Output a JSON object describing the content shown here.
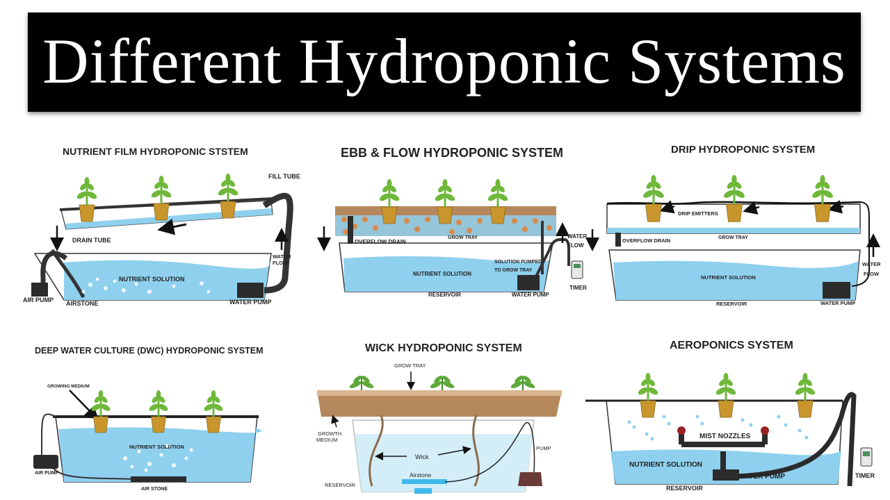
{
  "page_title": "Different Hydroponic Systems",
  "colors": {
    "water": "#8fd0ee",
    "water_dark": "#6fc0e6",
    "tube": "#333333",
    "soil": "#b5875c",
    "pellet": "#d98a4b",
    "pot": "#c9962e",
    "leaf": "#6fb83a",
    "pump": "#2b2b2b"
  },
  "panels": {
    "nft": {
      "title": "NUTRIENT FILM HYDROPONIC STSTEM",
      "labels": {
        "fill_tube": "FILL TUBE",
        "drain_tube": "DRAIN TUBE",
        "water_flow_1": "WATER",
        "water_flow_2": "FLOW",
        "nutrient_solution": "NUTRIENT SOLUTION",
        "air_pump": "AIR PUMP",
        "airstone": "AIRSTONE",
        "water_pump": "WATER PUMP"
      }
    },
    "ebb": {
      "title": "EBB & FLOW HYDROPONIC SYSTEM",
      "labels": {
        "overflow_drain": "OVERFLOW DRAIN",
        "grow_tray": "GROW TRAY",
        "water_flow_1": "WATER",
        "water_flow_2": "FLOW",
        "solution_pumped_1": "SOLUTION PUMPED",
        "solution_pumped_2": "TO GROW TRAY",
        "nutrient_solution": "NUTRIENT SOLUTION",
        "timer": "TIMER",
        "reservoir": "RESERVOIR",
        "water_pump": "WATER PUMP"
      }
    },
    "drip": {
      "title": "DRIP HYDROPONIC SYSTEM",
      "labels": {
        "drip_emitters": "DRIP EMITTERS",
        "overflow_drain": "OVERFLOW DRAIN",
        "grow_tray": "GROW TRAY",
        "water_flow_1": "WATER",
        "water_flow_2": "FLOW",
        "nutrient_solution": "NUTRIENT SOLUTION",
        "reservoir": "RESERVOIR",
        "water_pump": "WATER PUMP"
      }
    },
    "dwc": {
      "title": "DEEP WATER CULTURE (DWC) HYDROPONIC SYSTEM",
      "labels": {
        "growing_medium": "GROWING MEDIUM",
        "nutrient_solution": "NUTRIENT SOLUTION",
        "air_pump": "AIR PUMP",
        "air_stone": "AIR STONE"
      }
    },
    "wick": {
      "title": "WICK HYDROPONIC SYSTEM",
      "labels": {
        "grow_tray": "GROW TRAY",
        "growth_medium_1": "GROWTH",
        "growth_medium_2": "MEDIUM",
        "wick": "Wick",
        "airstone": "Airstone",
        "pump": "PUMP",
        "reservoir": "RESERVOIR"
      }
    },
    "aero": {
      "title": "AEROPONICS SYSTEM",
      "labels": {
        "mist_nozzles": "MIST NOZZLES",
        "nutrient_solution": "NUTRIENT SOLUTION",
        "water_pump": "WATER PUMP",
        "reservoir": "RESERVOIR",
        "timer": "TIMER"
      }
    }
  }
}
